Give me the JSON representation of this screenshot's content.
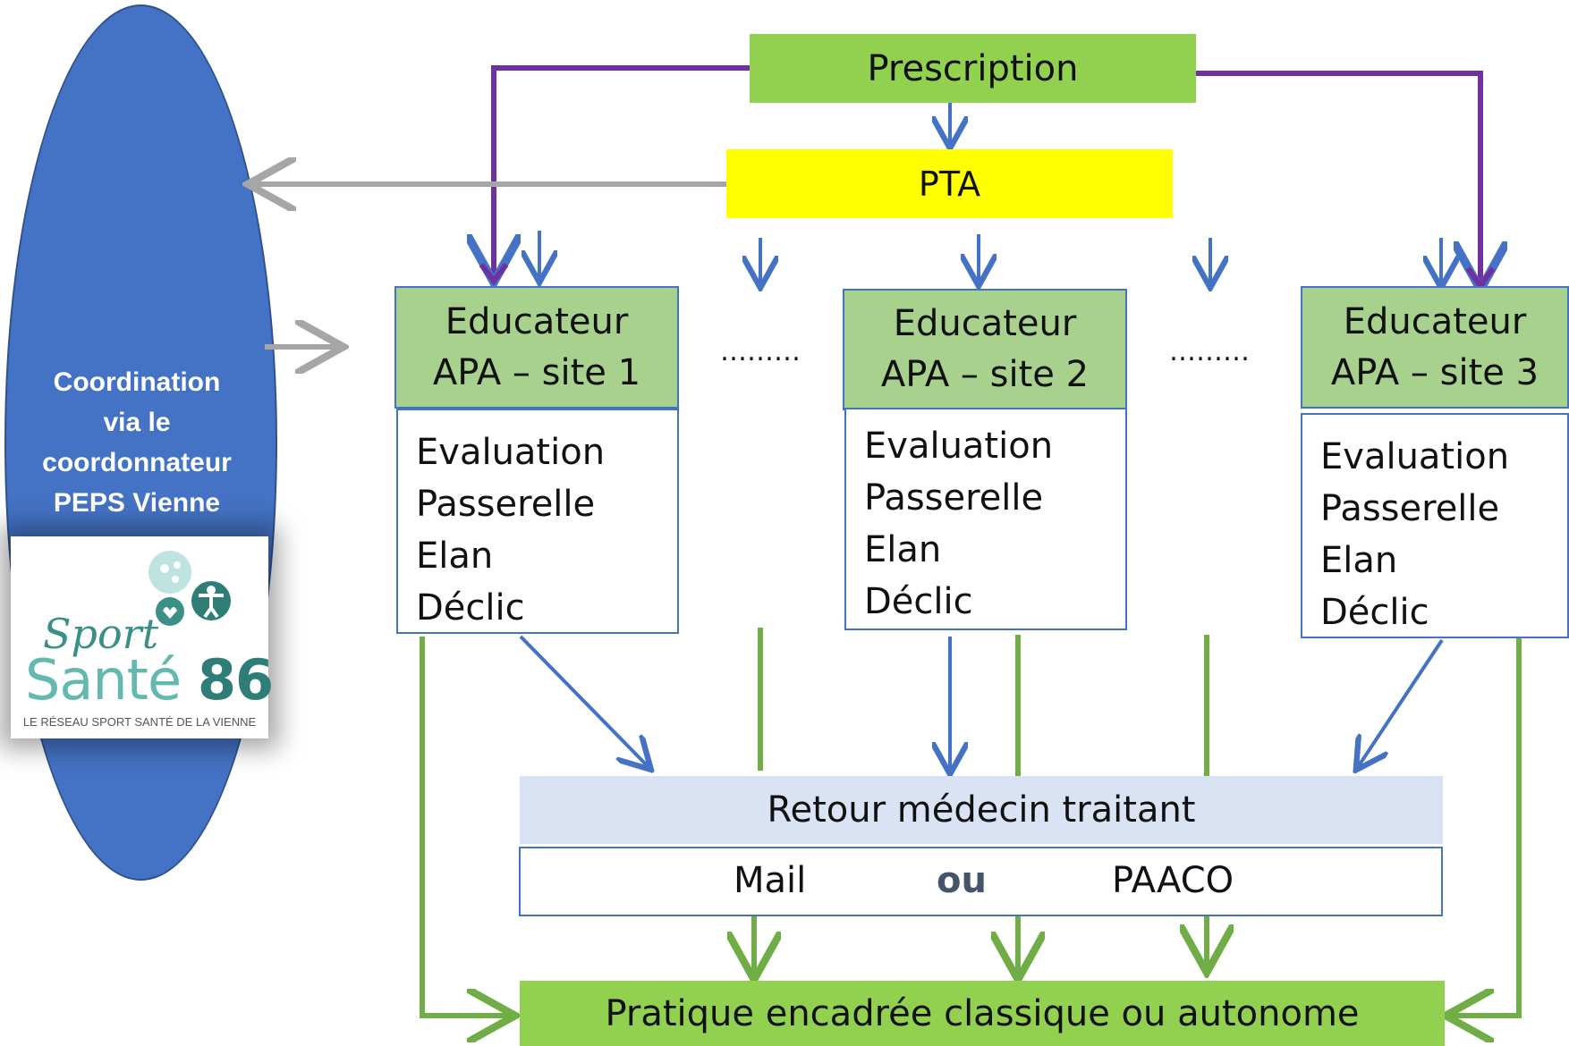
{
  "coordination": {
    "text": "Coordination\nvia le\ncoordonnateur\nPEPS Vienne"
  },
  "logo": {
    "word_sport": "Sport",
    "word_sante": "Santé",
    "number": "86",
    "tagline": "LE RÉSEAU SPORT SANTÉ DE LA VIENNE"
  },
  "prescription": {
    "label": "Prescription"
  },
  "pta": {
    "label": "PTA"
  },
  "educators": [
    {
      "title": "Educateur\nAPA – site 1",
      "activities": [
        "Evaluation",
        "Passerelle",
        "Elan",
        "Déclic"
      ]
    },
    {
      "title": "Educateur\nAPA – site 2",
      "activities": [
        "Evaluation",
        "Passerelle",
        "Elan",
        "Déclic"
      ]
    },
    {
      "title": "Educateur\nAPA – site 3",
      "activities": [
        "Evaluation",
        "Passerelle",
        "Elan",
        "Déclic"
      ]
    }
  ],
  "ellipsis": "………",
  "retour": {
    "label": "Retour médecin traitant"
  },
  "channels": {
    "mail": "Mail",
    "or": "ou",
    "paaco": "PAACO"
  },
  "pratique": {
    "label": "Pratique encadrée classique ou autonome"
  },
  "colors": {
    "ellipse_blue": "#4472c4",
    "green": "#92d050",
    "light_green": "#a9d18e",
    "yellow": "#ffff00",
    "light_blue": "#dae3f3",
    "purple_arrow": "#7030a0",
    "blue_arrow": "#4472c4",
    "gray_arrow": "#a6a6a6",
    "green_arrow": "#70ad47"
  }
}
